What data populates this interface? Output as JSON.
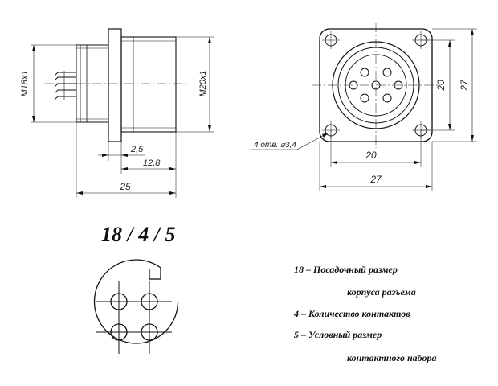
{
  "side_view": {
    "thread_left": "M18x1",
    "thread_right": "M20x1",
    "dim_flange": "2,5",
    "dim_body": "12,8",
    "dim_total": "25"
  },
  "front_view": {
    "hole_callout": "4 отв. ⌀3,4",
    "dim_inner_h": "20",
    "dim_outer_h": "27",
    "dim_inner_v": "20",
    "dim_outer_v": "27"
  },
  "designation": "18 / 4 / 5",
  "legend": [
    "18 – Посадочный размер",
    "корпуса разъема",
    "4 – Количество контактов",
    "5 – Условный размер",
    "контактного набора"
  ]
}
